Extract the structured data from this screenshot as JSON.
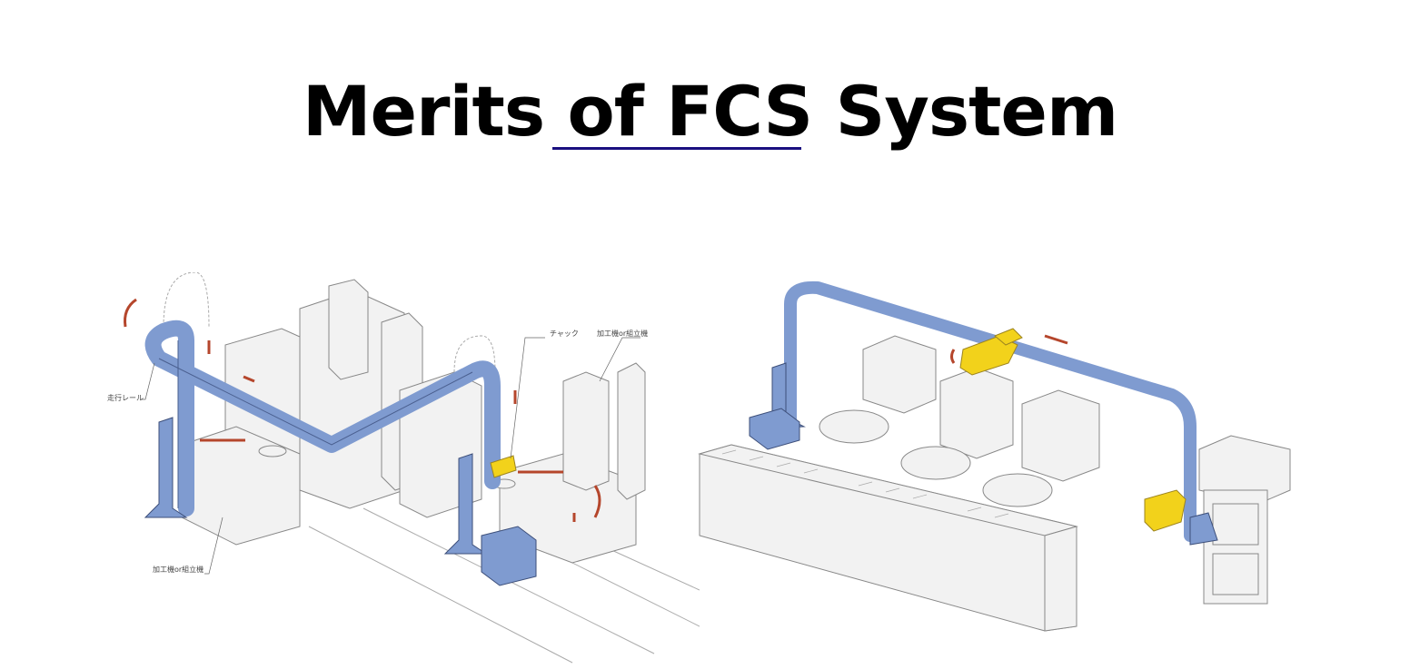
{
  "header": {
    "title": "Merits of FCS System",
    "accent_color": "#1a0f80"
  },
  "figures": [
    {
      "name": "machining-line-illustration",
      "labels": {
        "rail": "走行レール",
        "chuck": "チャック",
        "machine_top": "加工機or組立機",
        "machine_bottom": "加工機or組立機"
      }
    },
    {
      "name": "parts-feeder-line-illustration",
      "labels": {}
    }
  ],
  "colors": {
    "rail": "#7f9bd0",
    "gripper": "#f2d21b",
    "arrow": "#b5462c",
    "machine_fill": "#f2f2f2",
    "machine_stroke": "#888888"
  }
}
